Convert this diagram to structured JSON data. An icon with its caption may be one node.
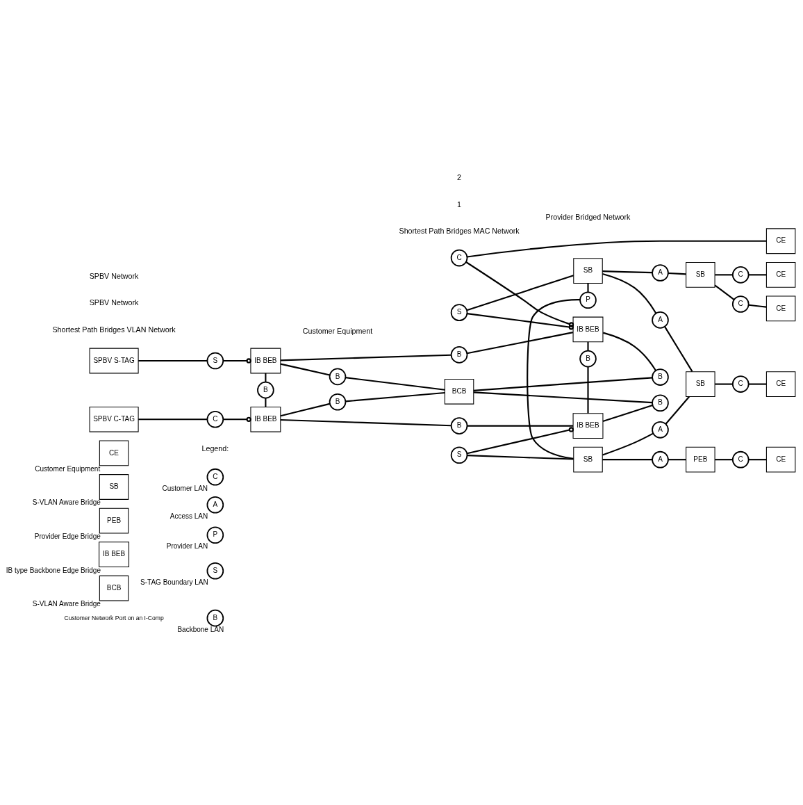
{
  "diagram": {
    "nodes": [
      {
        "text": [
          "SPBV S-TAG"
        ]
      },
      {
        "text": [
          "S"
        ]
      },
      {
        "text": [
          "IB BEB"
        ]
      },
      {
        "text": [
          "B"
        ]
      },
      {
        "text": [
          "IB BEB"
        ]
      },
      {
        "text": [
          "B"
        ]
      },
      {
        "text": [
          "B"
        ]
      },
      {
        "text": [
          "B"
        ]
      },
      {
        "text": [
          "BCB"
        ]
      },
      {
        "text": [
          "B"
        ]
      },
      {
        "text": [
          "B"
        ]
      },
      {
        "text": [
          "B"
        ]
      },
      {
        "text": [
          "SPBV C-TAG"
        ]
      },
      {
        "text": [
          "C"
        ]
      },
      {
        "text": [
          "IB BEB"
        ]
      },
      {
        "text": [
          "B"
        ]
      },
      {
        "text": [
          "IB BEB"
        ]
      },
      {
        "text": [
          "C"
        ]
      },
      {
        "text": [
          "S"
        ]
      },
      {
        "text": [
          "SB"
        ]
      },
      {
        "text": [
          "P"
        ]
      },
      {
        "text": [
          "SB"
        ]
      },
      {
        "text": [
          "S"
        ]
      },
      {
        "text": [
          "A"
        ]
      },
      {
        "text": [
          "A"
        ]
      },
      {
        "text": [
          "A"
        ]
      },
      {
        "text": [
          "A"
        ]
      },
      {
        "text": [
          "SB"
        ]
      },
      {
        "text": [
          "SB"
        ]
      },
      {
        "text": [
          "PEB"
        ]
      },
      {
        "text": [
          "C"
        ]
      },
      {
        "text": [
          "C"
        ]
      },
      {
        "text": [
          "C"
        ]
      },
      {
        "text": [
          "C"
        ]
      },
      {
        "text": [
          "CE"
        ]
      },
      {
        "text": [
          "CE"
        ]
      },
      {
        "text": [
          "CE"
        ]
      },
      {
        "text": [
          "CE"
        ]
      },
      {
        "text": [
          "CE"
        ]
      },
      {
        "text": [
          "C"
        ],
        "beside": [
          "Customer LAN"
        ]
      },
      {
        "text": [
          "A"
        ],
        "beside": [
          "Access LAN"
        ]
      },
      {
        "text": [
          "P"
        ],
        "beside": [
          "Provider LAN"
        ]
      },
      {
        "text": [
          "S"
        ],
        "beside": [
          "S-TAG Boundary LAN"
        ]
      },
      {
        "text": [
          "B"
        ],
        "beside": [
          "Backbone LAN"
        ]
      },
      {
        "text": [
          "CE"
        ],
        "beside": [
          "Customer Equipment"
        ]
      },
      {
        "text": [
          "SB"
        ],
        "beside": [
          "S-VLAN Aware Bridge"
        ]
      },
      {
        "text": [
          "PEB"
        ],
        "beside": [
          "Provider Edge Bridge"
        ]
      },
      {
        "text": [
          "IB BEB"
        ],
        "beside": [
          "IB type Backbone Edge Bridge"
        ]
      },
      {
        "text": [
          "BCB"
        ],
        "beside": [
          "S-VLAN Aware Bridge"
        ]
      }
    ],
    "edges": [
      {
        "from": 0,
        "to": 1,
        "arrow": "none"
      },
      {
        "from": 1,
        "to": 2,
        "arrow": "other"
      },
      {
        "from": 2,
        "to": 3,
        "arrow": "none"
      },
      {
        "from": 3,
        "to": 4,
        "arrow": "none"
      },
      {
        "from": 2,
        "to": 5,
        "arrow": "none"
      },
      {
        "from": 5,
        "to": 8,
        "arrow": "none"
      },
      {
        "from": 4,
        "to": 6,
        "arrow": "none"
      },
      {
        "from": 6,
        "to": 8,
        "arrow": "none"
      },
      {
        "from": 2,
        "to": 7,
        "arrow": "none"
      },
      {
        "from": 7,
        "to": 14,
        "arrow": "none"
      },
      {
        "from": 4,
        "to": 9,
        "arrow": "none"
      },
      {
        "from": 9,
        "to": 16,
        "arrow": "none"
      },
      {
        "from": 8,
        "to": 10,
        "arrow": "none"
      },
      {
        "from": 10,
        "to": 14,
        "arrow": "none"
      },
      {
        "from": 8,
        "to": 11,
        "arrow": "none"
      },
      {
        "from": 11,
        "to": 16,
        "arrow": "none"
      },
      {
        "from": 12,
        "to": 13,
        "arrow": "none"
      },
      {
        "from": 13,
        "to": 14,
        "arrow": "other"
      },
      {
        "from": 14,
        "to": 15,
        "arrow": "none"
      },
      {
        "from": 15,
        "to": 16,
        "arrow": "none"
      },
      {
        "from": 17,
        "to": 4,
        "arrow": "other"
      },
      {
        "from": 17,
        "to": 34,
        "arrow": "none"
      },
      {
        "from": 18,
        "to": 4,
        "arrow": "other"
      },
      {
        "from": 18,
        "to": 19,
        "arrow": "none"
      },
      {
        "from": 22,
        "to": 16,
        "arrow": "other"
      },
      {
        "from": 22,
        "to": 21,
        "arrow": "none"
      },
      {
        "from": 19,
        "to": 20,
        "arrow": "none"
      },
      {
        "from": 20,
        "to": 21,
        "arrow": "none"
      },
      {
        "from": 19,
        "to": 23,
        "arrow": "none"
      },
      {
        "from": 23,
        "to": 27,
        "arrow": "none"
      },
      {
        "from": 19,
        "to": 24,
        "arrow": "none"
      },
      {
        "from": 24,
        "to": 28,
        "arrow": "none"
      },
      {
        "from": 21,
        "to": 25,
        "arrow": "none"
      },
      {
        "from": 25,
        "to": 28,
        "arrow": "none"
      },
      {
        "from": 21,
        "to": 26,
        "arrow": "none"
      },
      {
        "from": 26,
        "to": 29,
        "arrow": "none"
      },
      {
        "from": 27,
        "to": 30,
        "arrow": "none"
      },
      {
        "from": 30,
        "to": 35,
        "arrow": "none"
      },
      {
        "from": 27,
        "to": 31,
        "arrow": "none"
      },
      {
        "from": 31,
        "to": 36,
        "arrow": "none"
      },
      {
        "from": 28,
        "to": 32,
        "arrow": "none"
      },
      {
        "from": 32,
        "to": 37,
        "arrow": "none"
      },
      {
        "from": 29,
        "to": 33,
        "arrow": "none"
      },
      {
        "from": 33,
        "to": 38,
        "arrow": "none"
      }
    ],
    "labels": [
      "Shortest Path Bridges VLAN Network",
      "Shortest Path Bridges MAC Network",
      "Customer Equipment",
      "Provider Bridged Network",
      "1",
      "2",
      "SPBV Network",
      "SPBV Network",
      "Legend:"
    ],
    "legend": [
      {
        "text": "Customer Network Port on an I-Comp"
      }
    ]
  }
}
